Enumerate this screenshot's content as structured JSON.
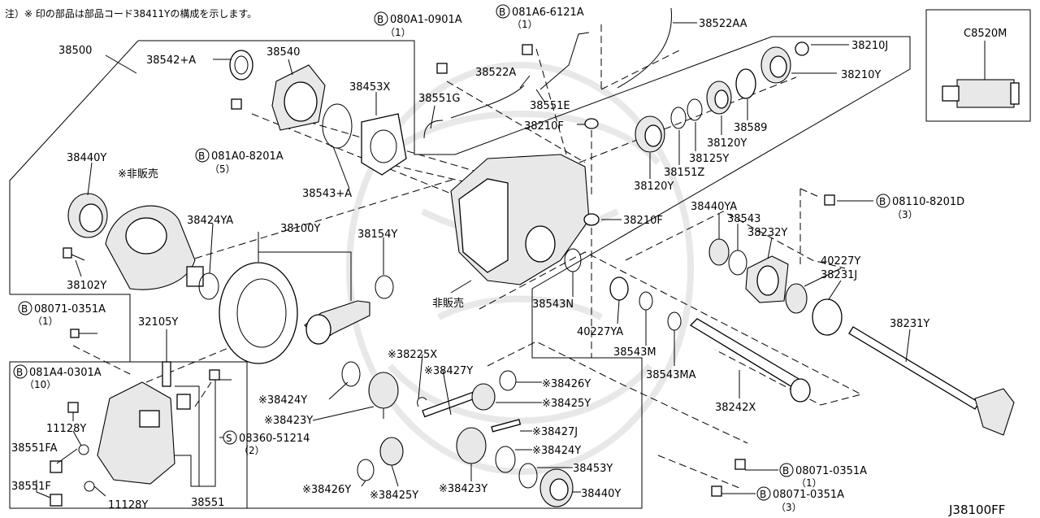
{
  "diagram_id": "J38100FF",
  "note": "注）※ 印の部品は部品コード38411Yの構成を示します。",
  "inset_label": "C8520M",
  "not_sold": "非販売",
  "not_sold_marked": "※非販売",
  "circle_letter_b": "B",
  "circle_letter_s": "S",
  "parts": {
    "p38500": "38500",
    "p38542a": "38542+A",
    "p38540": "38540",
    "p38453x": "38453X",
    "p38543a": "38543+A",
    "p38440y_top": "38440Y",
    "p38424ya": "38424YA",
    "p38100y": "38100Y",
    "p38154y": "38154Y",
    "p38102y": "38102Y",
    "p32105y": "32105Y",
    "p38522aa": "38522AA",
    "p38522a": "38522A",
    "p38551g": "38551G",
    "p38551e": "38551E",
    "p38210f_top": "38210F",
    "p38210f_mid": "38210F",
    "p38210j": "38210J",
    "p38210y": "38210Y",
    "p38589": "38589",
    "p38120y_a": "38120Y",
    "p38125y": "38125Y",
    "p38151z": "38151Z",
    "p38120y_b": "38120Y",
    "p38440ya": "38440YA",
    "p38543": "38543",
    "p38232y": "38232Y",
    "p40227y": "40227Y",
    "p38231j": "38231J",
    "p38231y": "38231Y",
    "p38543n": "38543N",
    "p40227ya": "40227YA",
    "p38543m": "38543M",
    "p38543ma": "38543MA",
    "p38242x": "38242X",
    "p38225x": "※38225X",
    "p38427y": "※38427Y",
    "p38426y_r": "※38426Y",
    "p38425y_r": "※38425Y",
    "p38424y_l": "※38424Y",
    "p38423y_l": "※38423Y",
    "p38427j": "※38427J",
    "p38424y_r": "※38424Y",
    "p38453y": "38453Y",
    "p38440y_bot": "38440Y",
    "p38423y_b": "※38423Y",
    "p38425y_b": "※38425Y",
    "p38426y_b": "※38426Y",
    "p11128y_a": "11128Y",
    "p38551fa": "38551FA",
    "p38551f": "38551F",
    "p11128y_b": "11128Y",
    "p38551": "38551"
  },
  "bolts": {
    "b080a1_code": "080A1-0901A",
    "b080a1_qty": "（1）",
    "b081a6_code": "081A6-6121A",
    "b081a6_qty": "（1）",
    "b081a0_code": "081A0-8201A",
    "b081a0_qty": "（5）",
    "b08110_code": "08110-8201D",
    "b08110_qty": "（3）",
    "b08071_left_code": "08071-0351A",
    "b08071_left_qty": "（1）",
    "b081a4_code": "081A4-0301A",
    "b081a4_qty": "（10）",
    "s08360_code": "08360-51214",
    "s08360_qty": "（2）",
    "b08071_r1_code": "08071-0351A",
    "b08071_r1_qty": "（1）",
    "b08071_r2_code": "08071-0351A",
    "b08071_r2_qty": "（3）"
  }
}
